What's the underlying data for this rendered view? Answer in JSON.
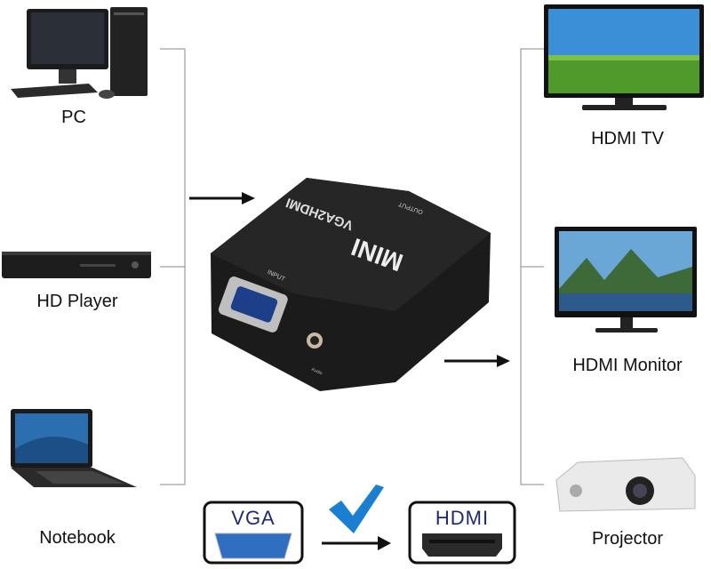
{
  "sources": [
    {
      "label": "PC",
      "icon": "desktop-pc-icon"
    },
    {
      "label": "HD Player",
      "icon": "bluray-player-icon"
    },
    {
      "label": "Notebook",
      "icon": "laptop-icon"
    }
  ],
  "outputs": [
    {
      "label": "HDMI TV",
      "icon": "tv-icon"
    },
    {
      "label": "HDMI Monitor",
      "icon": "monitor-icon"
    },
    {
      "label": "Projector",
      "icon": "projector-icon"
    }
  ],
  "device": {
    "model": "VGA2HDMI",
    "brand": "MINI",
    "input_label": "INPUT",
    "output_label": "OUTPUT",
    "audio_label": "Audio"
  },
  "conversion": {
    "from_label": "VGA",
    "to_label": "HDMI",
    "check_color": "#1a7fd1"
  }
}
